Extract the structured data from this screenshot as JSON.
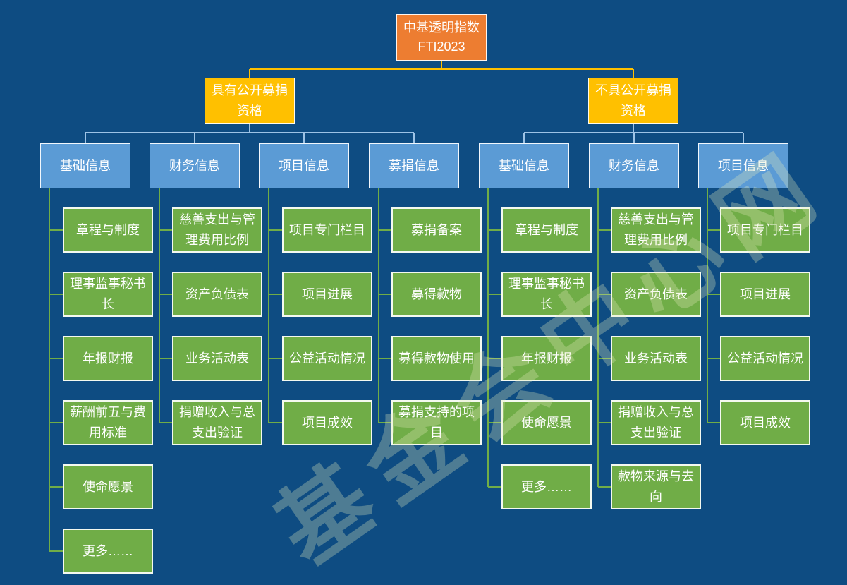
{
  "root": {
    "lines": [
      "中基透明指数",
      "FTI2023"
    ]
  },
  "branches": [
    {
      "label": "具有公开募捐资格",
      "categories": [
        {
          "label": "基础信息",
          "items": [
            "章程与制度",
            "理事监事秘书长",
            "年报财报",
            "薪酬前五与费用标准",
            "使命愿景",
            "更多……"
          ]
        },
        {
          "label": "财务信息",
          "items": [
            "慈善支出与管理费用比例",
            "资产负债表",
            "业务活动表",
            "捐赠收入与总支出验证"
          ]
        },
        {
          "label": "项目信息",
          "items": [
            "项目专门栏目",
            "项目进展",
            "公益活动情况",
            "项目成效"
          ]
        },
        {
          "label": "募捐信息",
          "items": [
            "募捐备案",
            "募得款物",
            "募得款物使用",
            "募捐支持的项目"
          ]
        }
      ]
    },
    {
      "label": "不具公开募捐资格",
      "categories": [
        {
          "label": "基础信息",
          "items": [
            "章程与制度",
            "理事监事秘书长",
            "年报财报",
            "使命愿景",
            "更多……"
          ]
        },
        {
          "label": "财务信息",
          "items": [
            "慈善支出与管理费用比例",
            "资产负债表",
            "业务活动表",
            "捐赠收入与总支出验证",
            "款物来源与去向"
          ]
        },
        {
          "label": "项目信息",
          "items": [
            "项目专门栏目",
            "项目进展",
            "公益活动情况",
            "项目成效"
          ]
        }
      ]
    }
  ],
  "watermark": "基金会中心网",
  "colors": {
    "background": "#0E4C82",
    "root": "#ED7D31",
    "branch": "#FFC000",
    "category": "#5B9BD5",
    "item": "#70AD47",
    "branch_connector": "#FFC000",
    "category_connector": "#9DC3E6",
    "item_connector": "#70AD47"
  }
}
